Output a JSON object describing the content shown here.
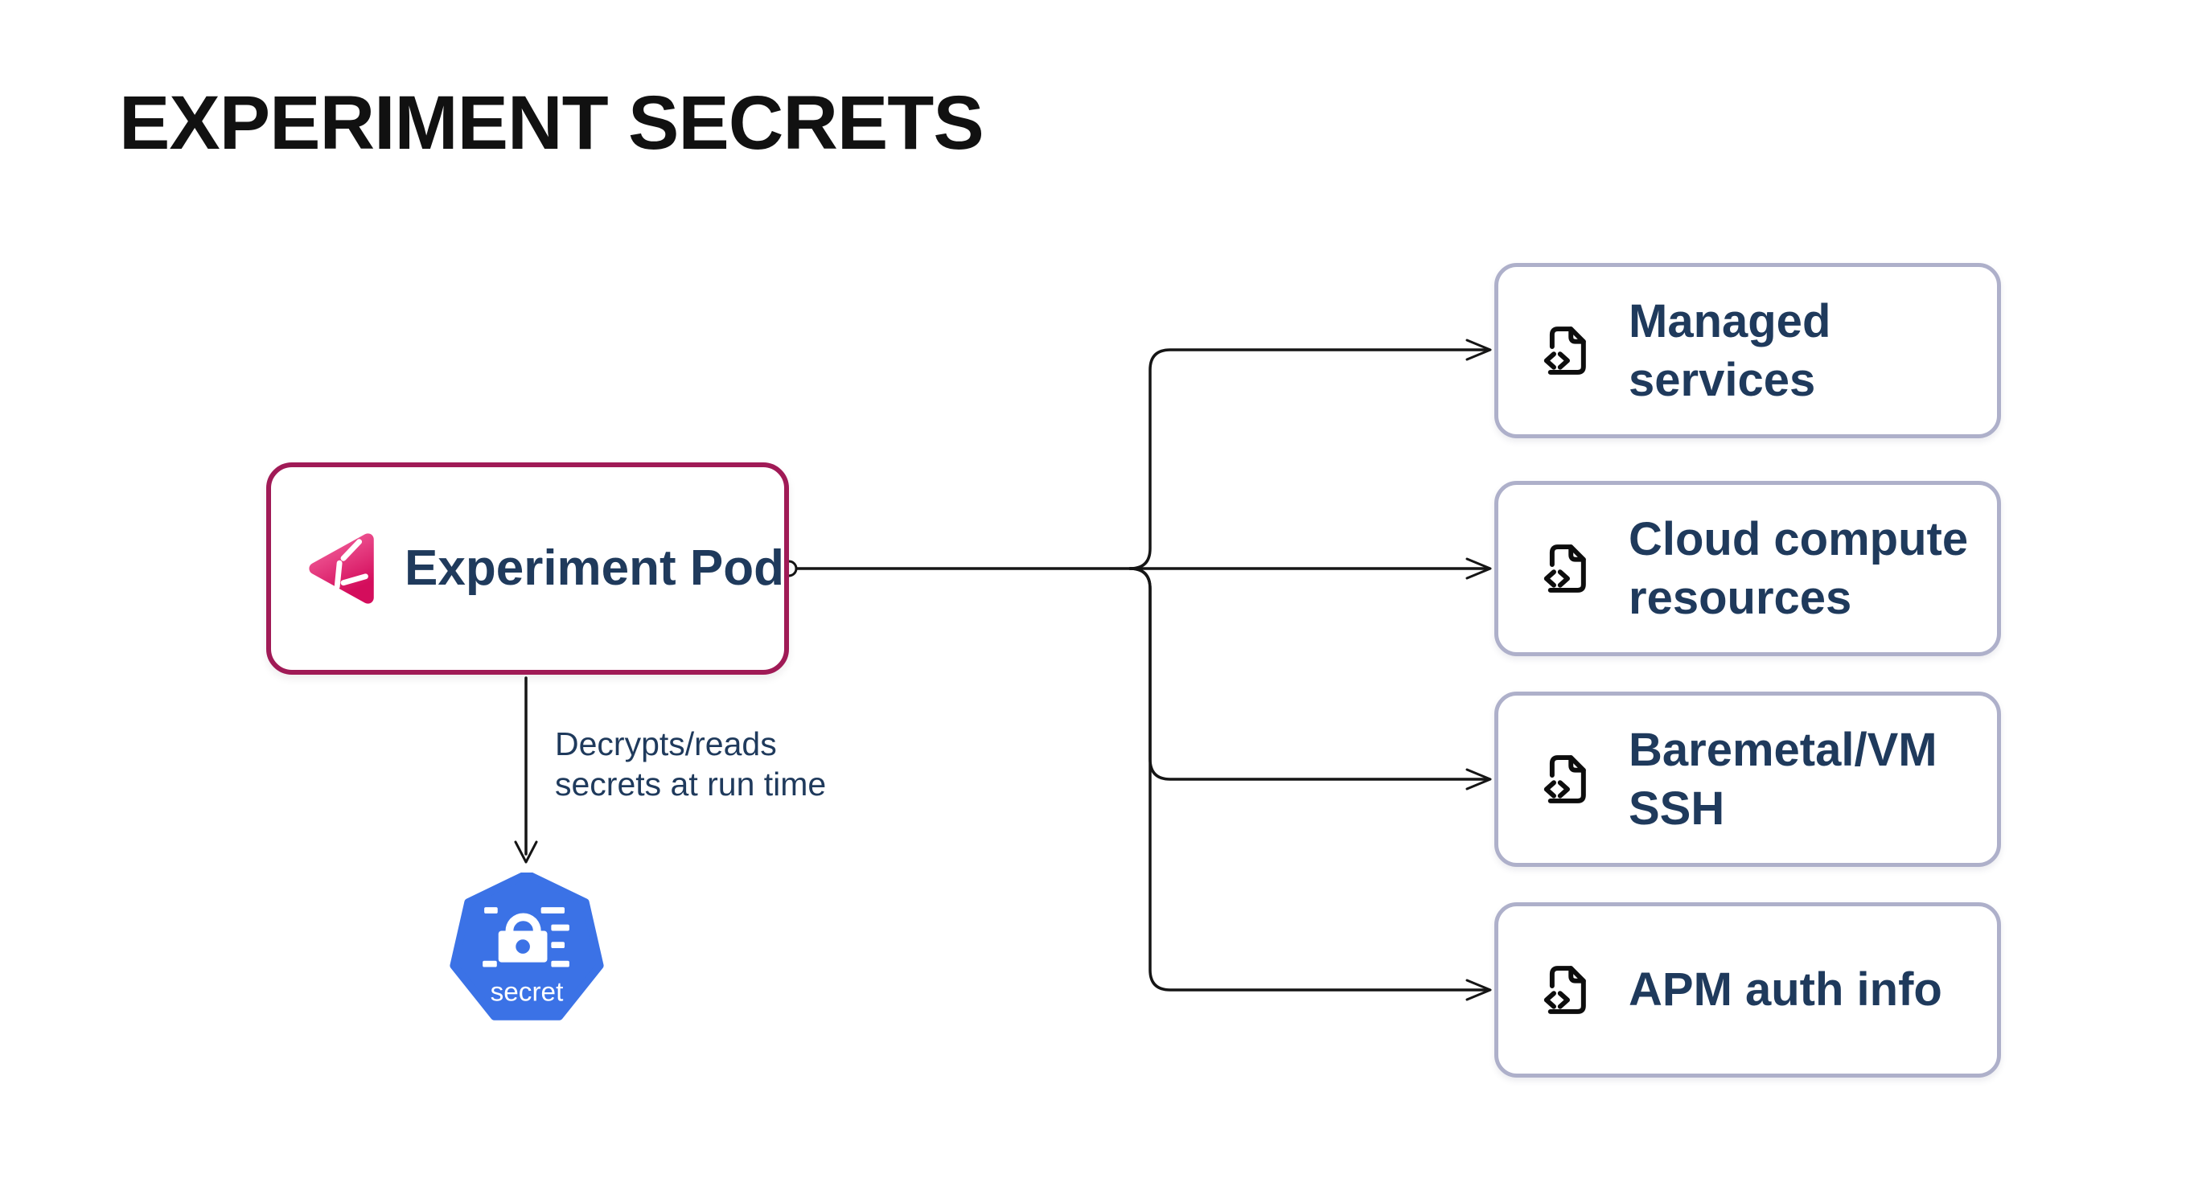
{
  "title": "EXPERIMENT SECRETS",
  "pod": {
    "label": "Experiment Pod",
    "icon": "litmus-chaos-icon"
  },
  "edge": {
    "caption": "Decrypts/reads\nsecrets at run time"
  },
  "secret": {
    "label": "secret",
    "icon": "kubernetes-secret-icon"
  },
  "targets": [
    {
      "label": "Managed\nservices",
      "icon": "file-code-icon"
    },
    {
      "label": "Cloud compute\nresources",
      "icon": "file-code-icon"
    },
    {
      "label": "Baremetal/VM\nSSH",
      "icon": "file-code-icon"
    },
    {
      "label": "APM auth info",
      "icon": "file-code-icon"
    }
  ],
  "colors": {
    "background": "#FFFFFF",
    "title_text": "#111111",
    "label_text": "#1F3A5C",
    "pod_border": "#A01A56",
    "target_border": "#AEB0CA",
    "connector": "#151515",
    "kubernetes_blue": "#3B72E6",
    "litmus_pink_light": "#F4659F",
    "litmus_pink_dark": "#D40D5C"
  }
}
